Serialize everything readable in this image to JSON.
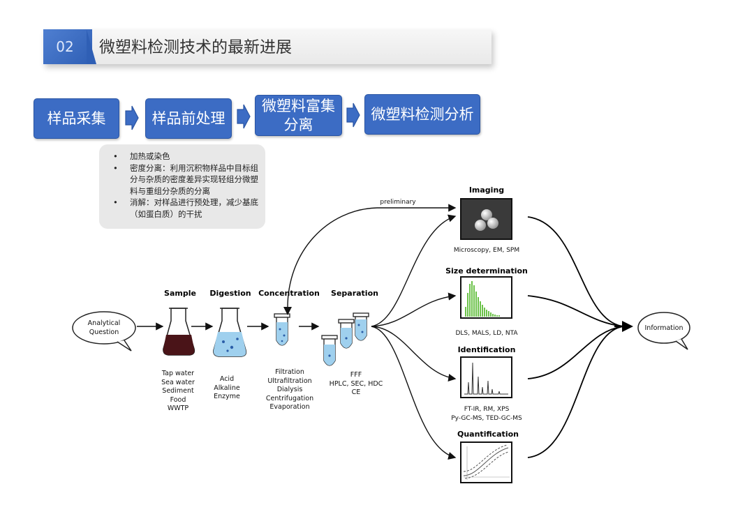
{
  "header": {
    "number": "02",
    "title": "微塑料检测技术的最新进展"
  },
  "flow": {
    "steps": [
      "样品采集",
      "样品前处理",
      "微塑料富集分离",
      "微塑料检测分析"
    ],
    "step3_line1": "微塑料富集",
    "step3_line2": "分离"
  },
  "note": {
    "items": [
      "加热或染色",
      "密度分离：利用沉积物样品中目标组分与杂质的密度差异实现轻组分微塑料与重组分杂质的分离",
      "消解：对样品进行预处理，减少基底（如蛋白质）的干扰"
    ]
  },
  "diagram": {
    "start_bubble": "Analytical Question",
    "end_bubble": "Information",
    "preliminary": "preliminary",
    "stages": [
      {
        "title": "Sample",
        "items": [
          "Tap water",
          "Sea water",
          "Sediment",
          "Food",
          "WWTP"
        ]
      },
      {
        "title": "Digestion",
        "items": [
          "Acid",
          "Alkaline",
          "Enzyme"
        ]
      },
      {
        "title": "Concentration",
        "items": [
          "Filtration",
          "Ultrafiltration",
          "Dialysis",
          "Centrifugation",
          "Evaporation"
        ]
      },
      {
        "title": "Separation",
        "items": [
          "FFF",
          "HPLC, SEC, HDC",
          "CE"
        ]
      }
    ],
    "outputs": [
      {
        "title": "Imaging",
        "caption": "Microscopy, EM, SPM"
      },
      {
        "title": "Size determination",
        "caption": "DLS, MALS, LD, NTA"
      },
      {
        "title": "Identification",
        "caption_line1": "FT-IR, RM, XPS",
        "caption_line2": "Py-GC-MS, TED-GC-MS"
      },
      {
        "title": "Quantification"
      }
    ],
    "colors": {
      "flow_box": "#3c6cc4",
      "histogram": "#6cc24a",
      "sample_liquid": "#4a1418",
      "digestion_liquid": "#9fd0ee"
    }
  }
}
